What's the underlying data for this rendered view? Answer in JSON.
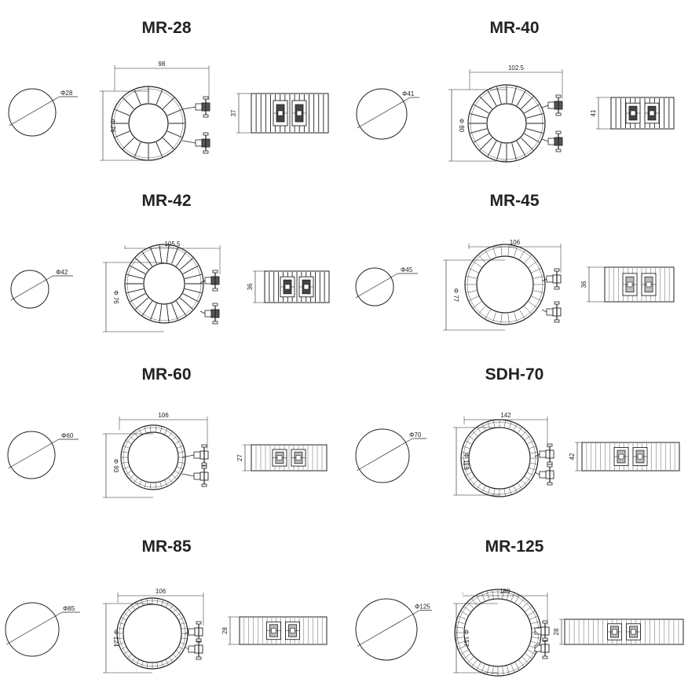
{
  "colors": {
    "line": "#222222",
    "text": "#222222",
    "background": "#ffffff"
  },
  "models": [
    {
      "title": "MR-28",
      "hole_label": "Φ28",
      "width_label": "98",
      "outer_label": "Φ 76",
      "height_label": "37",
      "fins": 16,
      "style": "dark"
    },
    {
      "title": "MR-40",
      "hole_label": "Φ41",
      "width_label": "102.5",
      "outer_label": "Φ 80",
      "height_label": "41",
      "fins": 24,
      "style": "dark"
    },
    {
      "title": "MR-42",
      "hole_label": "Φ42",
      "width_label": "105.5",
      "outer_label": "Φ 76",
      "height_label": "36",
      "fins": 26,
      "style": "dark"
    },
    {
      "title": "MR-45",
      "hole_label": "Φ45",
      "width_label": "106",
      "outer_label": "Φ 77",
      "height_label": "36",
      "fins": 30,
      "style": "light"
    },
    {
      "title": "MR-60",
      "hole_label": "Φ60",
      "width_label": "106",
      "outer_label": "Φ 93",
      "height_label": "27",
      "fins": 34,
      "style": "light"
    },
    {
      "title": "SDH-70",
      "hole_label": "Φ70",
      "width_label": "142",
      "outer_label": "Φ 119",
      "height_label": "42",
      "fins": 40,
      "style": "light"
    },
    {
      "title": "MR-85",
      "hole_label": "Φ85",
      "width_label": "106",
      "outer_label": "Φ 124",
      "height_label": "28",
      "fins": 40,
      "style": "light"
    },
    {
      "title": "MR-125",
      "hole_label": "Φ125",
      "width_label": "188",
      "outer_label": "Φ 157",
      "height_label": "28",
      "fins": 48,
      "style": "light"
    }
  ]
}
